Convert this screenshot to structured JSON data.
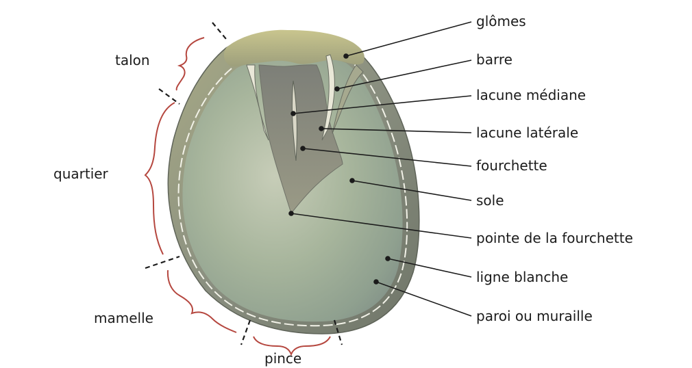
{
  "labels": {
    "right": {
      "glomes": "glômes",
      "barre": "barre",
      "lacune_mediane": "lacune médiane",
      "lacune_laterale": "lacune latérale",
      "fourchette": "fourchette",
      "sole": "sole",
      "pointe": "pointe de la fourchette",
      "ligne_blanche": "ligne blanche",
      "paroi": "paroi ou muraille"
    },
    "left": {
      "talon": "talon",
      "quartier": "quartier",
      "mamelle": "mamelle",
      "pince": "pince"
    }
  },
  "colors": {
    "leader_line": "#1b1b1b",
    "brace": "#b5473f",
    "wall": "#7f8377",
    "sole": "#9fb29a",
    "frog": "#8c8c7f",
    "bulbs": "#b8bb8a",
    "white_line": "#f3f3ea"
  }
}
